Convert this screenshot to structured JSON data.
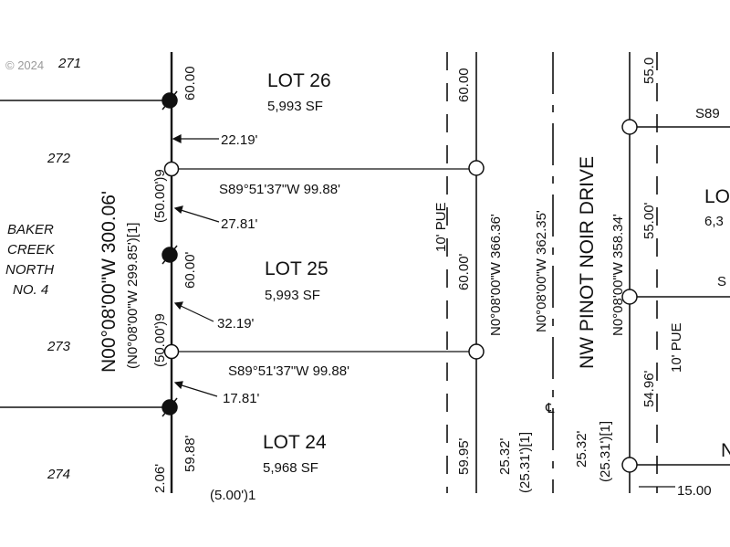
{
  "watermark": "© 2024",
  "lots": {
    "lot26": {
      "name": "LOT 26",
      "area": "5,993 SF"
    },
    "lot25": {
      "name": "LOT 25",
      "area": "5,993 SF"
    },
    "lot24": {
      "name": "LOT 24",
      "area": "5,968 SF"
    },
    "lot_right_partial": {
      "name": "LO",
      "area": "6,3"
    }
  },
  "subdivision": {
    "line1": "BAKER",
    "line2": "CREEK",
    "line3": "NORTH",
    "line4": "NO. 4"
  },
  "adjacent_lots": {
    "a": "271",
    "b": "272",
    "c": "273",
    "d": "274"
  },
  "street": {
    "name": "NW PINOT NOIR DRIVE"
  },
  "bearings": {
    "west_line": "N00°08'00\"W 300.06'",
    "west_line_record": "(N0°08'00\"W 299.85')[1]",
    "lot_line_25_26": "S89°51'37\"W 99.88'",
    "lot_line_24_25": "S89°51'37\"W 99.88'",
    "pue_line": "N0°08'00\"W 366.36'",
    "centerline": "N0°08'00\"W 362.35'",
    "east_row": "N0°08'00\"W 358.34'",
    "right_partial_top": "S89",
    "right_partial_mid": "S"
  },
  "distances": {
    "d_22_19": "22.19'",
    "d_27_81": "27.81'",
    "d_32_19": "32.19'",
    "d_17_81": "17.81'",
    "seg_60_00_top": "60.00",
    "seg_50_00_a": "(50.00')9",
    "seg_60_00_mid": "60.00'",
    "seg_50_00_b": "(50.00')9",
    "seg_59_88": "59.88'",
    "seg_2_06": "2.06'",
    "pue_60_00_top": "60.00",
    "pue_60_00_mid": "60.00'",
    "pue_59_95": "59.95'",
    "row_25_32": "25.32'",
    "row_25_31": "(25.31')[1]",
    "row_25_32_b": "25.32'",
    "row_25_31_b": "(25.31')[1]",
    "e_55_top": "55.0",
    "e_55_00": "55.00'",
    "e_54_96": "54.96'",
    "e_15_00": "15.00",
    "bottom_partial": "(5.00')1",
    "right_partial_n": "N"
  },
  "pue": {
    "left": "10' PUE",
    "right": "10' PUE"
  },
  "centerline_symbol": "℄"
}
